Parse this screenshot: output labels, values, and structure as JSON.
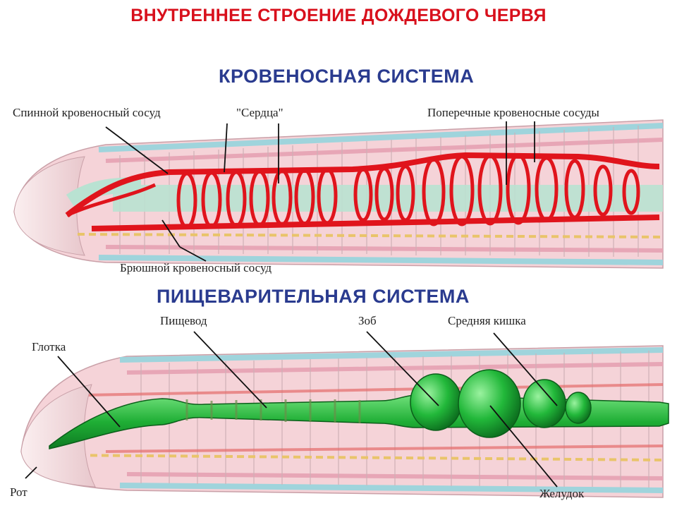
{
  "title": "ВНУТРЕННЕЕ СТРОЕНИЕ ДОЖДЕВОГО ЧЕРВЯ",
  "circulatory": {
    "heading": "КРОВЕНОСНАЯ СИСТЕМА",
    "labels": {
      "dorsal": "Спинной кровеносный сосуд",
      "hearts": "\"Сердца\"",
      "transverse": "Поперечные кровеносные сосуды",
      "ventral": "Брюшной кровеносный сосуд"
    }
  },
  "digestive": {
    "heading": "ПИЩЕВАРИТЕЛЬНАЯ СИСТЕМА",
    "labels": {
      "pharynx": "Глотка",
      "esophagus": "Пищевод",
      "crop": "Зоб",
      "midgut": "Средняя кишка",
      "mouth": "Рот",
      "gizzard": "Желудок"
    }
  },
  "colors": {
    "title": "#d8101c",
    "heading": "#2a3b8f",
    "vessel": "#e0141c",
    "gut": "#22b83a",
    "body": "#f4c4cc",
    "stripe": "#9fd4dc"
  }
}
